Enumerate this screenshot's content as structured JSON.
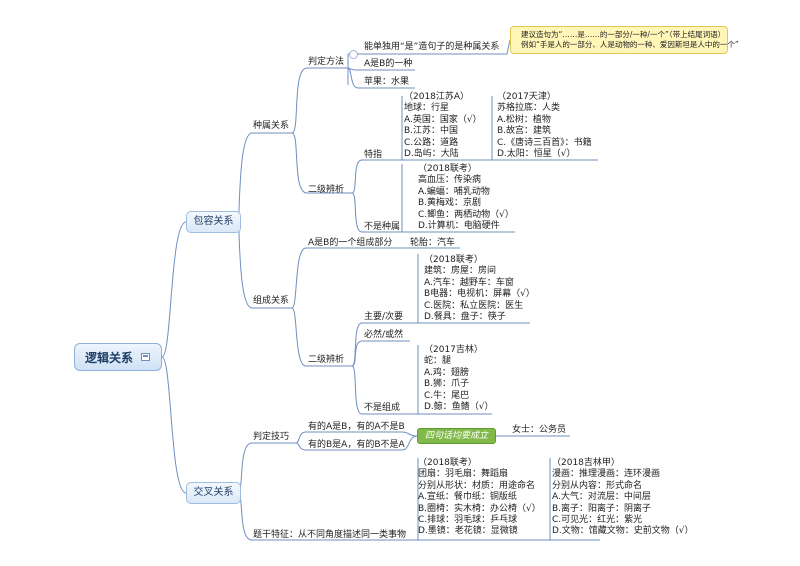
{
  "root": {
    "label": "逻辑关系"
  },
  "branches": {
    "baohan": "包容关系",
    "jiaocha": "交叉关系"
  },
  "zhongshu": {
    "label": "种属关系",
    "judge": {
      "label": "判定方法",
      "line1": "能单独用“是”造句子的是种属关系",
      "line2": "A是B的一种",
      "line3": "苹果：水果"
    },
    "note": {
      "line1": "建议造句为“……是……的一部分/一种/一个”（带上结尾词语）",
      "line2": "例如“手是人的一部分、人是动物的一种、爱因斯坦是人中的一个”"
    },
    "erji": {
      "label": "二级辨析"
    },
    "tezhi": {
      "label": "特指",
      "q1": [
        "（2018江苏A）",
        "地球：行星",
        "A.英国：国家（√）",
        "B.江苏：中国",
        "C.公路：道路",
        "D.岛屿：大陆"
      ],
      "q2": [
        "（2017天津）",
        "苏格拉底：人类",
        "A.松树：植物",
        "B.故宫：建筑",
        "C.《唐诗三百首》：书籍",
        "D.太阳：恒星（√）"
      ]
    },
    "bushu": {
      "label": "不是种属",
      "q": [
        "（2018联考）",
        "高血压：传染病",
        "A.蝙蝠：哺乳动物",
        "B.黄梅戏：京剧",
        "C.鲫鱼：两栖动物（√）",
        "D.计算机：电脑硬件"
      ]
    }
  },
  "zucheng": {
    "label": "组成关系",
    "def": "A是B的一个组成部分",
    "def_example": "轮胎：汽车",
    "erji": {
      "label": "二级辨析"
    },
    "zhuci": {
      "label": "主要/次要",
      "q": [
        "（2018联考）",
        "建筑：房屋：房间",
        "A.汽车：越野车：车窗",
        "B电器：电视机：屏幕（√）",
        "C.医院：私立医院：医生",
        "D.餐具：盘子：筷子"
      ]
    },
    "biran": {
      "label": "必然/或然"
    },
    "buzu": {
      "label": "不是组成",
      "q": [
        "（2017吉林）",
        "蛇：腿",
        "A.鸡：翅膀",
        "B.狮：爪子",
        "C.牛：尾巴",
        "D.鲸：鱼鳍（√）"
      ]
    }
  },
  "jiaocha_tree": {
    "jiqiao": {
      "label": "判定技巧",
      "a": "有的A是B，有的A不是B",
      "b": "有的B是A，有的B不是A",
      "tag": "四句话均要成立",
      "example": "女士：公务员"
    },
    "tezheng": {
      "label": "题干特征：从不同角度描述同一类事物",
      "q1": [
        "（2018联考）",
        "团扇：羽毛扇：舞蹈扇",
        "分别从形状：材质：用途命名",
        "A.宣纸：餐巾纸：铜版纸",
        "B.圈椅：实木椅：办公椅（√）",
        "C.排球：羽毛球：乒乓球",
        "D.墨镜：老花镜：显微镜"
      ],
      "q2": [
        "（2018吉林甲）",
        "漫画：推理漫画：连环漫画",
        "分别从内容：形式命名",
        "A.大气：对流层：中间层",
        "B.离子：阳离子：阴离子",
        "C.可见光：红光：紫光",
        "D.文物：馆藏文物：史前文物（√）"
      ]
    }
  },
  "colors": {
    "line": "#6d8fbf",
    "note_bg": "#fff6b8",
    "tag_bg": "#80b94a"
  }
}
